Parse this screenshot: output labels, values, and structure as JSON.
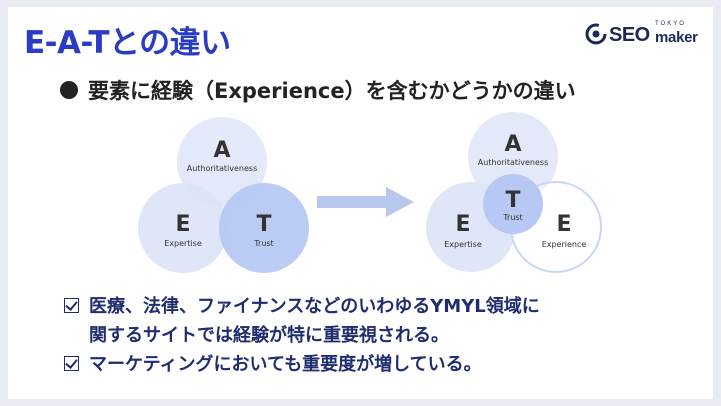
{
  "slide": {
    "title": "E-A-Tとの違い",
    "subtitle": "要素に経験（Experience）を含むかどうかの違い"
  },
  "logo": {
    "tokyo": "TOKYO",
    "seo": "SEO",
    "maker": "maker"
  },
  "diagram": {
    "left": {
      "a_letter": "A",
      "a_label": "Authoritativeness",
      "e_letter": "E",
      "e_label": "Expertise",
      "t_letter": "T",
      "t_label": "Trust"
    },
    "right": {
      "a_letter": "A",
      "a_label": "Authoritativeness",
      "e_letter": "E",
      "e_label": "Expertise",
      "t_letter": "T",
      "t_label": "Trust",
      "x_letter": "E",
      "x_label": "Experience"
    },
    "colors": {
      "light_circle": "#dfe6f8",
      "trust_circle": "#b6c8f3",
      "arrow": "#b7c7ee",
      "title_blue": "#2a3cc6"
    }
  },
  "checklist": {
    "item1_line1": "医療、法律、ファイナンスなどのいわゆるYMYL領域に",
    "item1_line2": "関するサイトでは経験が特に重要視される。",
    "item2": "マーケティングにおいても重要度が増している。"
  }
}
